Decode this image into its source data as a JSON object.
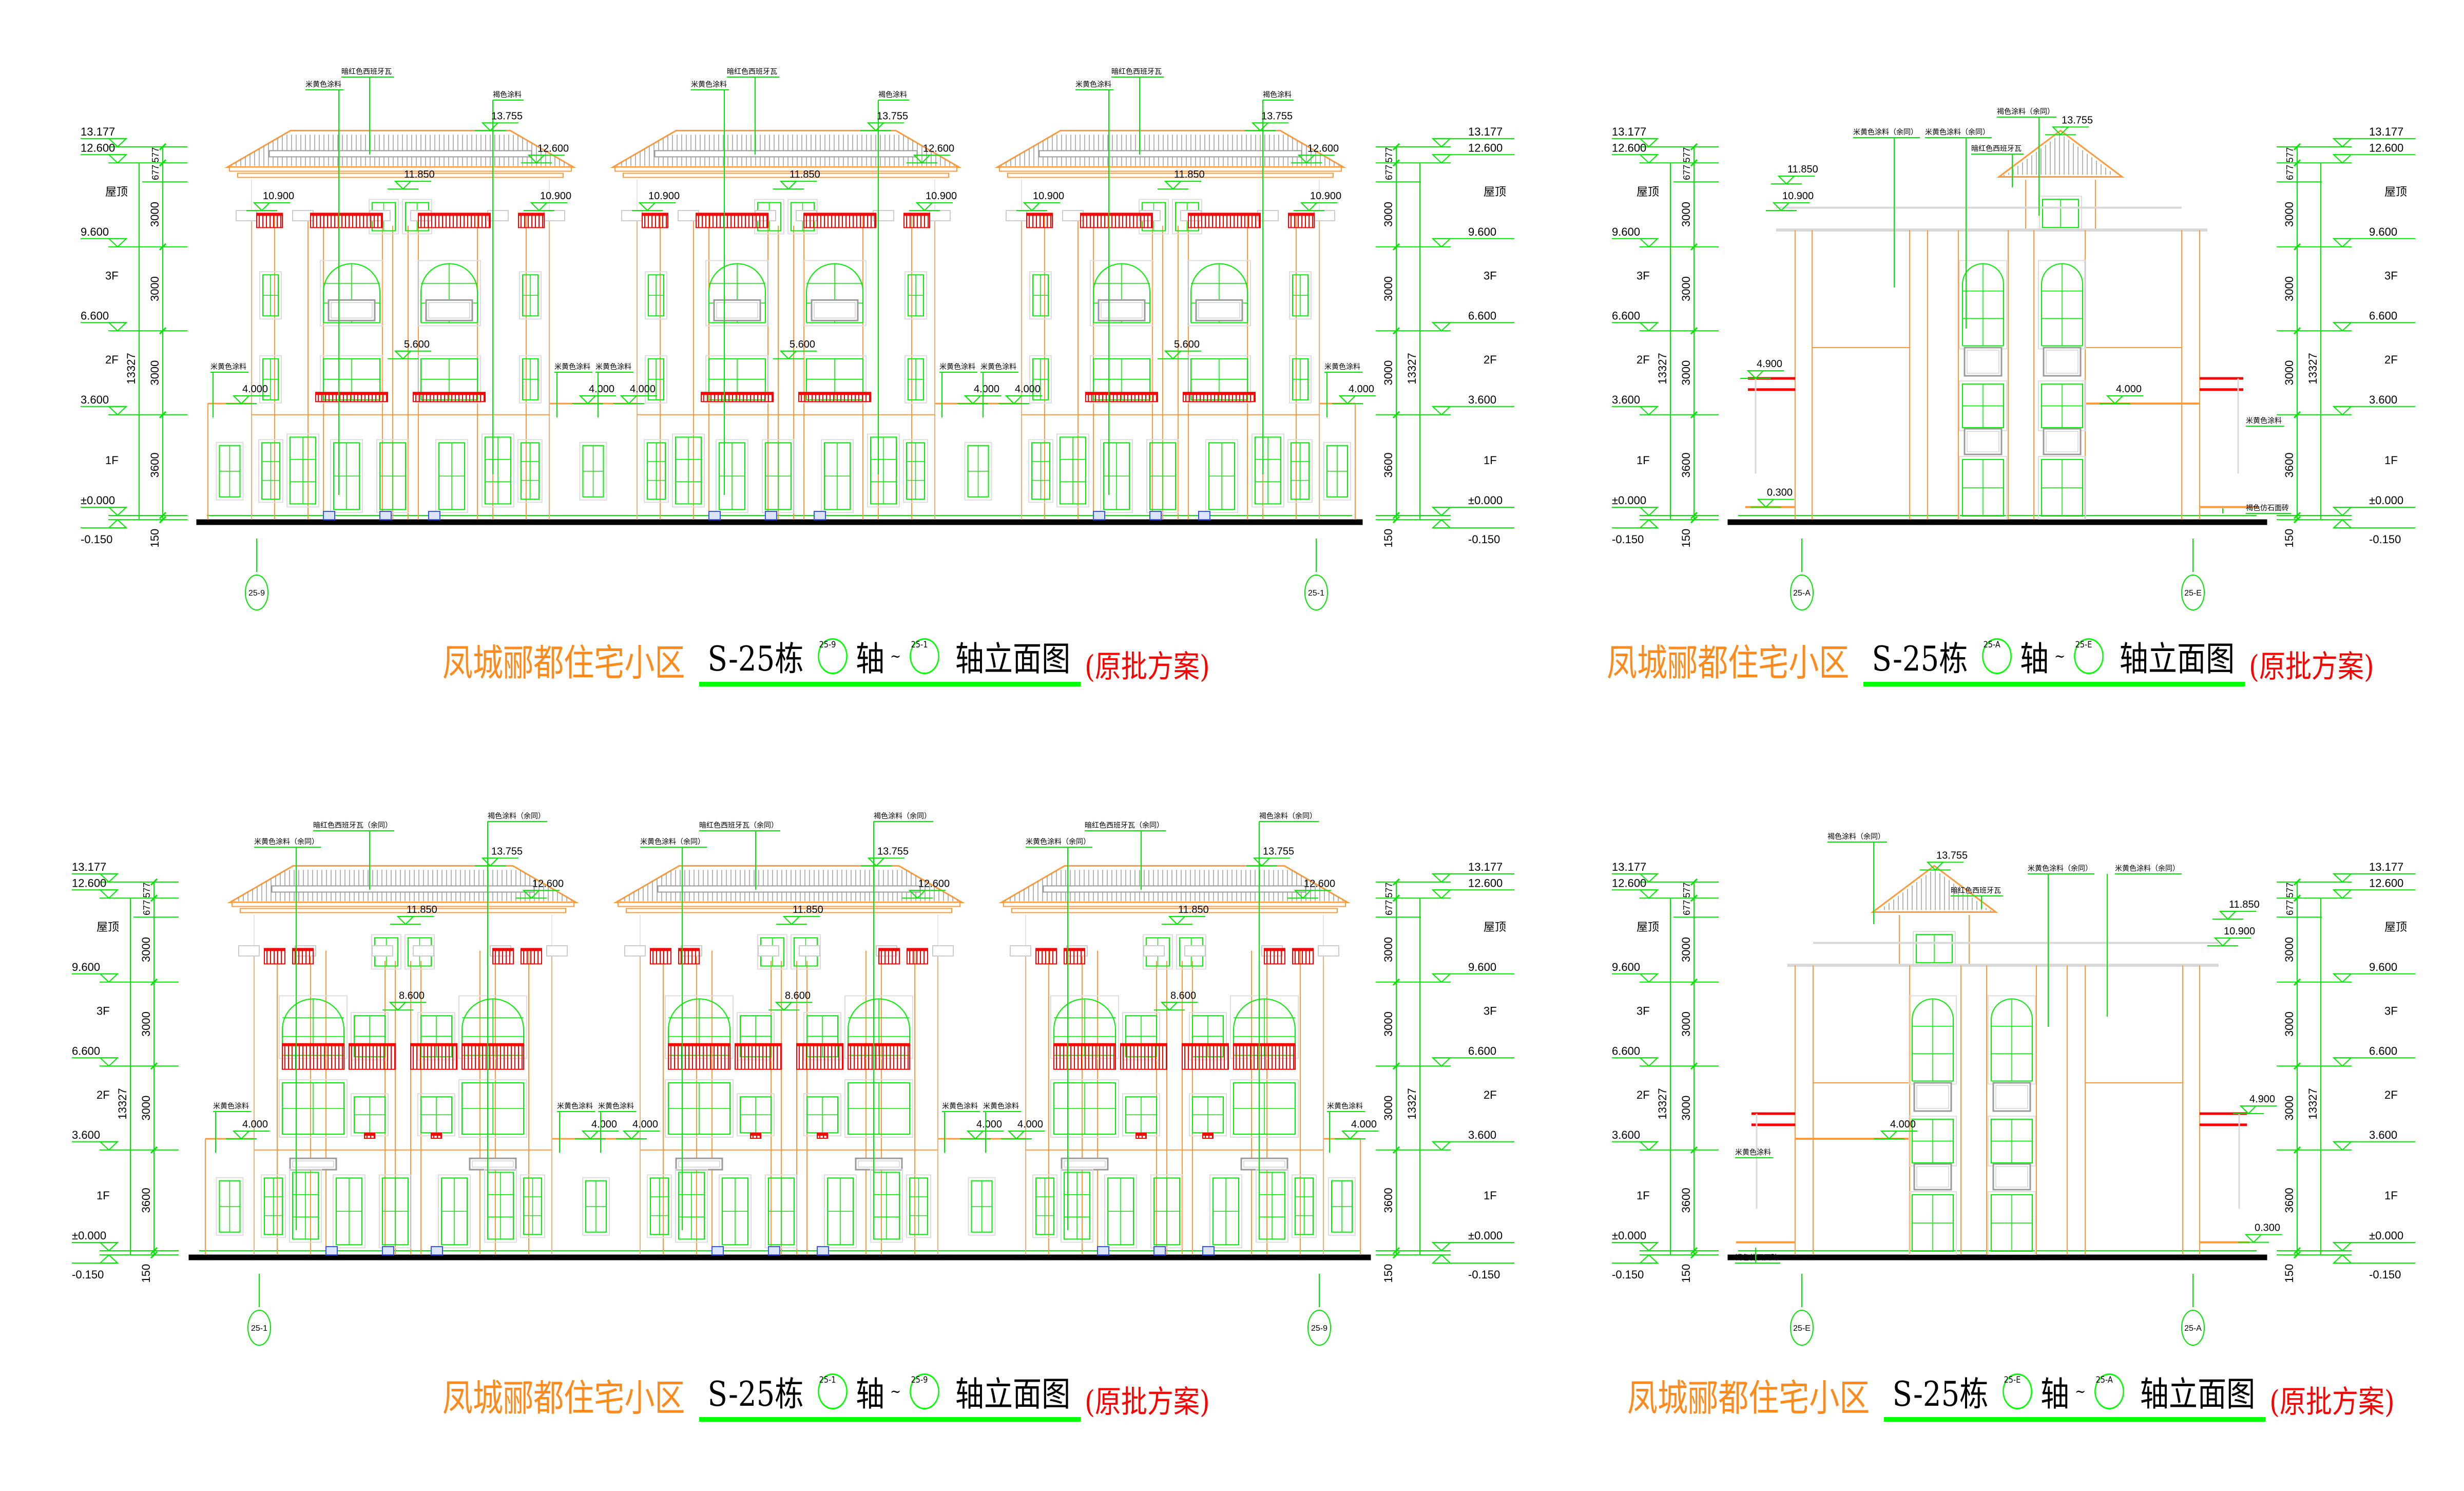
{
  "colors": {
    "wall": "#ff9a3c",
    "window": "#00ee00",
    "rail": "#ff0000",
    "roof": "#9a9a9a",
    "dim": "#00e600",
    "text": "#000000",
    "ground": "#000000",
    "trim": "#d8d8d8"
  },
  "level_labels": {
    "values": [
      "13.177",
      "12.600",
      "9.600",
      "6.600",
      "3.600",
      "±0.000",
      "-0.150"
    ],
    "floors": [
      "屋顶",
      "3F",
      "2F",
      "1F"
    ],
    "dims": [
      "577",
      "677",
      "3000",
      "3000",
      "3000",
      "3600",
      "150"
    ],
    "total": "13327"
  },
  "drawings": [
    {
      "title": {
        "project": "凤城郦都住宅小区",
        "building": "S-25栋",
        "axis_from": "25-9",
        "axis_word": "轴",
        "tilde": "~",
        "axis_to": "25-1",
        "suffix": "轴立面图",
        "note": "(原批方案)"
      },
      "axis_bubbles": [
        "25-9",
        "25-1"
      ],
      "callouts": [
        "暗红色西班牙瓦",
        "米黄色涂料",
        "褐色涂料",
        "米黄色涂料"
      ],
      "elevations": [
        "13.755",
        "12.600",
        "11.850",
        "10.900",
        "5.600",
        "4.000"
      ]
    },
    {
      "title": {
        "project": "凤城郦都住宅小区",
        "building": "S-25栋",
        "axis_from": "25-A",
        "axis_word": "轴",
        "tilde": "~",
        "axis_to": "25-E",
        "suffix": "轴立面图",
        "note": "(原批方案)"
      },
      "axis_bubbles": [
        "25-A",
        "25-E"
      ],
      "callouts": [
        "米黄色涂料（余同）",
        "米黄色涂料（余同）",
        "褐色涂料（余同）",
        "暗红色西班牙瓦",
        "米黄色涂料",
        "褐色仿石面砖"
      ],
      "elevations": [
        "13.755",
        "11.850",
        "10.900",
        "4.900",
        "4.000",
        "0.300"
      ]
    },
    {
      "title": {
        "project": "凤城郦都住宅小区",
        "building": "S-25栋",
        "axis_from": "25-1",
        "axis_word": "轴",
        "tilde": "~",
        "axis_to": "25-9",
        "suffix": "轴立面图",
        "note": "(原批方案)"
      },
      "axis_bubbles": [
        "25-1",
        "25-9"
      ],
      "callouts": [
        "暗红色西班牙瓦（余同）",
        "米黄色涂料（余同）",
        "褐色涂料（余同）",
        "米黄色涂料"
      ],
      "elevations": [
        "13.755",
        "12.600",
        "11.850",
        "8.600",
        "4.000"
      ]
    },
    {
      "title": {
        "project": "凤城郦都住宅小区",
        "building": "S-25栋",
        "axis_from": "25-E",
        "axis_word": "轴",
        "tilde": "~",
        "axis_to": "25-A",
        "suffix": "轴立面图",
        "note": "(原批方案)"
      },
      "axis_bubbles": [
        "25-E",
        "25-A"
      ],
      "callouts": [
        "褐色涂料（余同）",
        "米黄色涂料（余同）",
        "米黄色涂料（余同）",
        "暗红色西班牙瓦",
        "米黄色涂料",
        "褐色仿石面砖"
      ],
      "elevations": [
        "13.755",
        "11.850",
        "10.900",
        "4.000",
        "4.900",
        "0.300"
      ]
    }
  ]
}
